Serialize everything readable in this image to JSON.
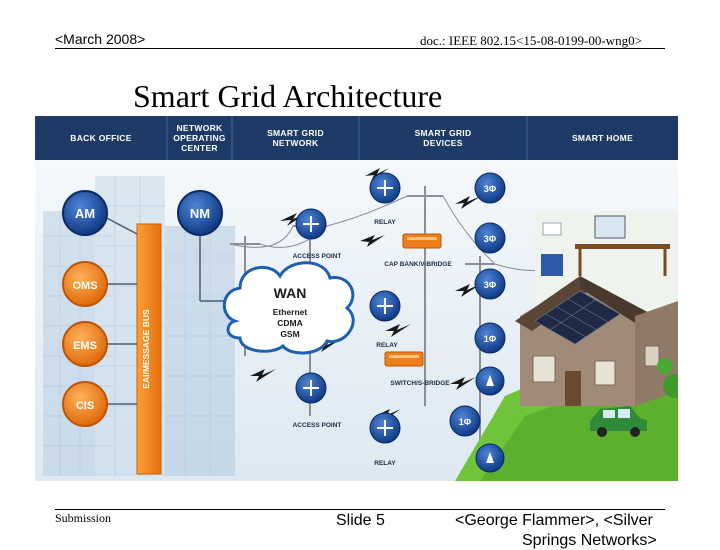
{
  "header": {
    "date": "<March 2008>",
    "doc": "doc.: IEEE 802.15<15-08-0199-00-wng0>"
  },
  "title": "Smart Grid Architecture",
  "columns": [
    {
      "label": "BACK OFFICE"
    },
    {
      "label": "NETWORK\nOPERATING\nCENTER"
    },
    {
      "label": "SMART GRID\nNETWORK"
    },
    {
      "label": "SMART GRID\nDEVICES"
    },
    {
      "label": "SMART HOME"
    }
  ],
  "back_office": {
    "bus_label": "EAI/MESSAGE BUS",
    "systems": [
      "AM",
      "OMS",
      "EMS",
      "CIS"
    ]
  },
  "noc": {
    "node": "NM"
  },
  "wan": {
    "title": "WAN",
    "links": [
      "Ethernet",
      "CDMA",
      "GSM"
    ]
  },
  "network_labels": [
    "ACCESS POINT",
    "RELAY",
    "ACCESS POINT",
    "RELAY",
    "RELAY",
    "CAP BANK/V-BRIDGE",
    "SWITCH/S-BRIDGE"
  ],
  "devices": [
    "3Φ",
    "3Φ",
    "3Φ",
    "1Φ",
    "1Φ"
  ],
  "colors": {
    "header_bar": "#1e3a66",
    "bus": "#f08a1c",
    "node_blue": "#1a4a9a",
    "node_orange": "#f07e1a",
    "grass": "#6fc43a"
  },
  "footer": {
    "submission": "Submission",
    "slide": "Slide 5",
    "author_line1": "<George Flammer>, <Silver",
    "author_line2": "Springs Networks>"
  }
}
